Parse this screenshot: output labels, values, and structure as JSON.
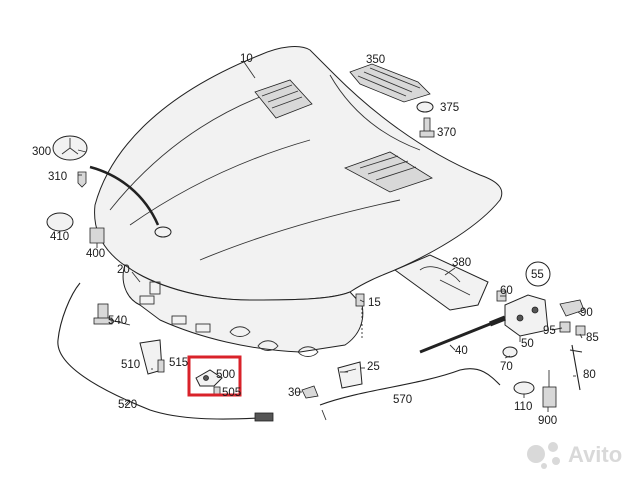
{
  "diagram": {
    "labels": [
      {
        "id": "10",
        "text": "10"
      },
      {
        "id": "350",
        "text": "350"
      },
      {
        "id": "375",
        "text": "375"
      },
      {
        "id": "370",
        "text": "370"
      },
      {
        "id": "300",
        "text": "300"
      },
      {
        "id": "310",
        "text": "310"
      },
      {
        "id": "410",
        "text": "410"
      },
      {
        "id": "400",
        "text": "400"
      },
      {
        "id": "20",
        "text": "20"
      },
      {
        "id": "380",
        "text": "380"
      },
      {
        "id": "55",
        "text": "55"
      },
      {
        "id": "60",
        "text": "60"
      },
      {
        "id": "90",
        "text": "90"
      },
      {
        "id": "15",
        "text": "15"
      },
      {
        "id": "540",
        "text": "540"
      },
      {
        "id": "95",
        "text": "95"
      },
      {
        "id": "85",
        "text": "85"
      },
      {
        "id": "50",
        "text": "50"
      },
      {
        "id": "40",
        "text": "40"
      },
      {
        "id": "510",
        "text": "510"
      },
      {
        "id": "515",
        "text": "515"
      },
      {
        "id": "500",
        "text": "500"
      },
      {
        "id": "505",
        "text": "505"
      },
      {
        "id": "25",
        "text": "25"
      },
      {
        "id": "70",
        "text": "70"
      },
      {
        "id": "80",
        "text": "80"
      },
      {
        "id": "30",
        "text": "30"
      },
      {
        "id": "570",
        "text": "570"
      },
      {
        "id": "520",
        "text": "520"
      },
      {
        "id": "110",
        "text": "110"
      },
      {
        "id": "900",
        "text": "900"
      }
    ],
    "highlighted_part": "500",
    "highlight_color": "#d9222a"
  },
  "watermark": {
    "text": "Avito",
    "icon": "avito-logo-icon",
    "color": "#d9d9d9"
  }
}
